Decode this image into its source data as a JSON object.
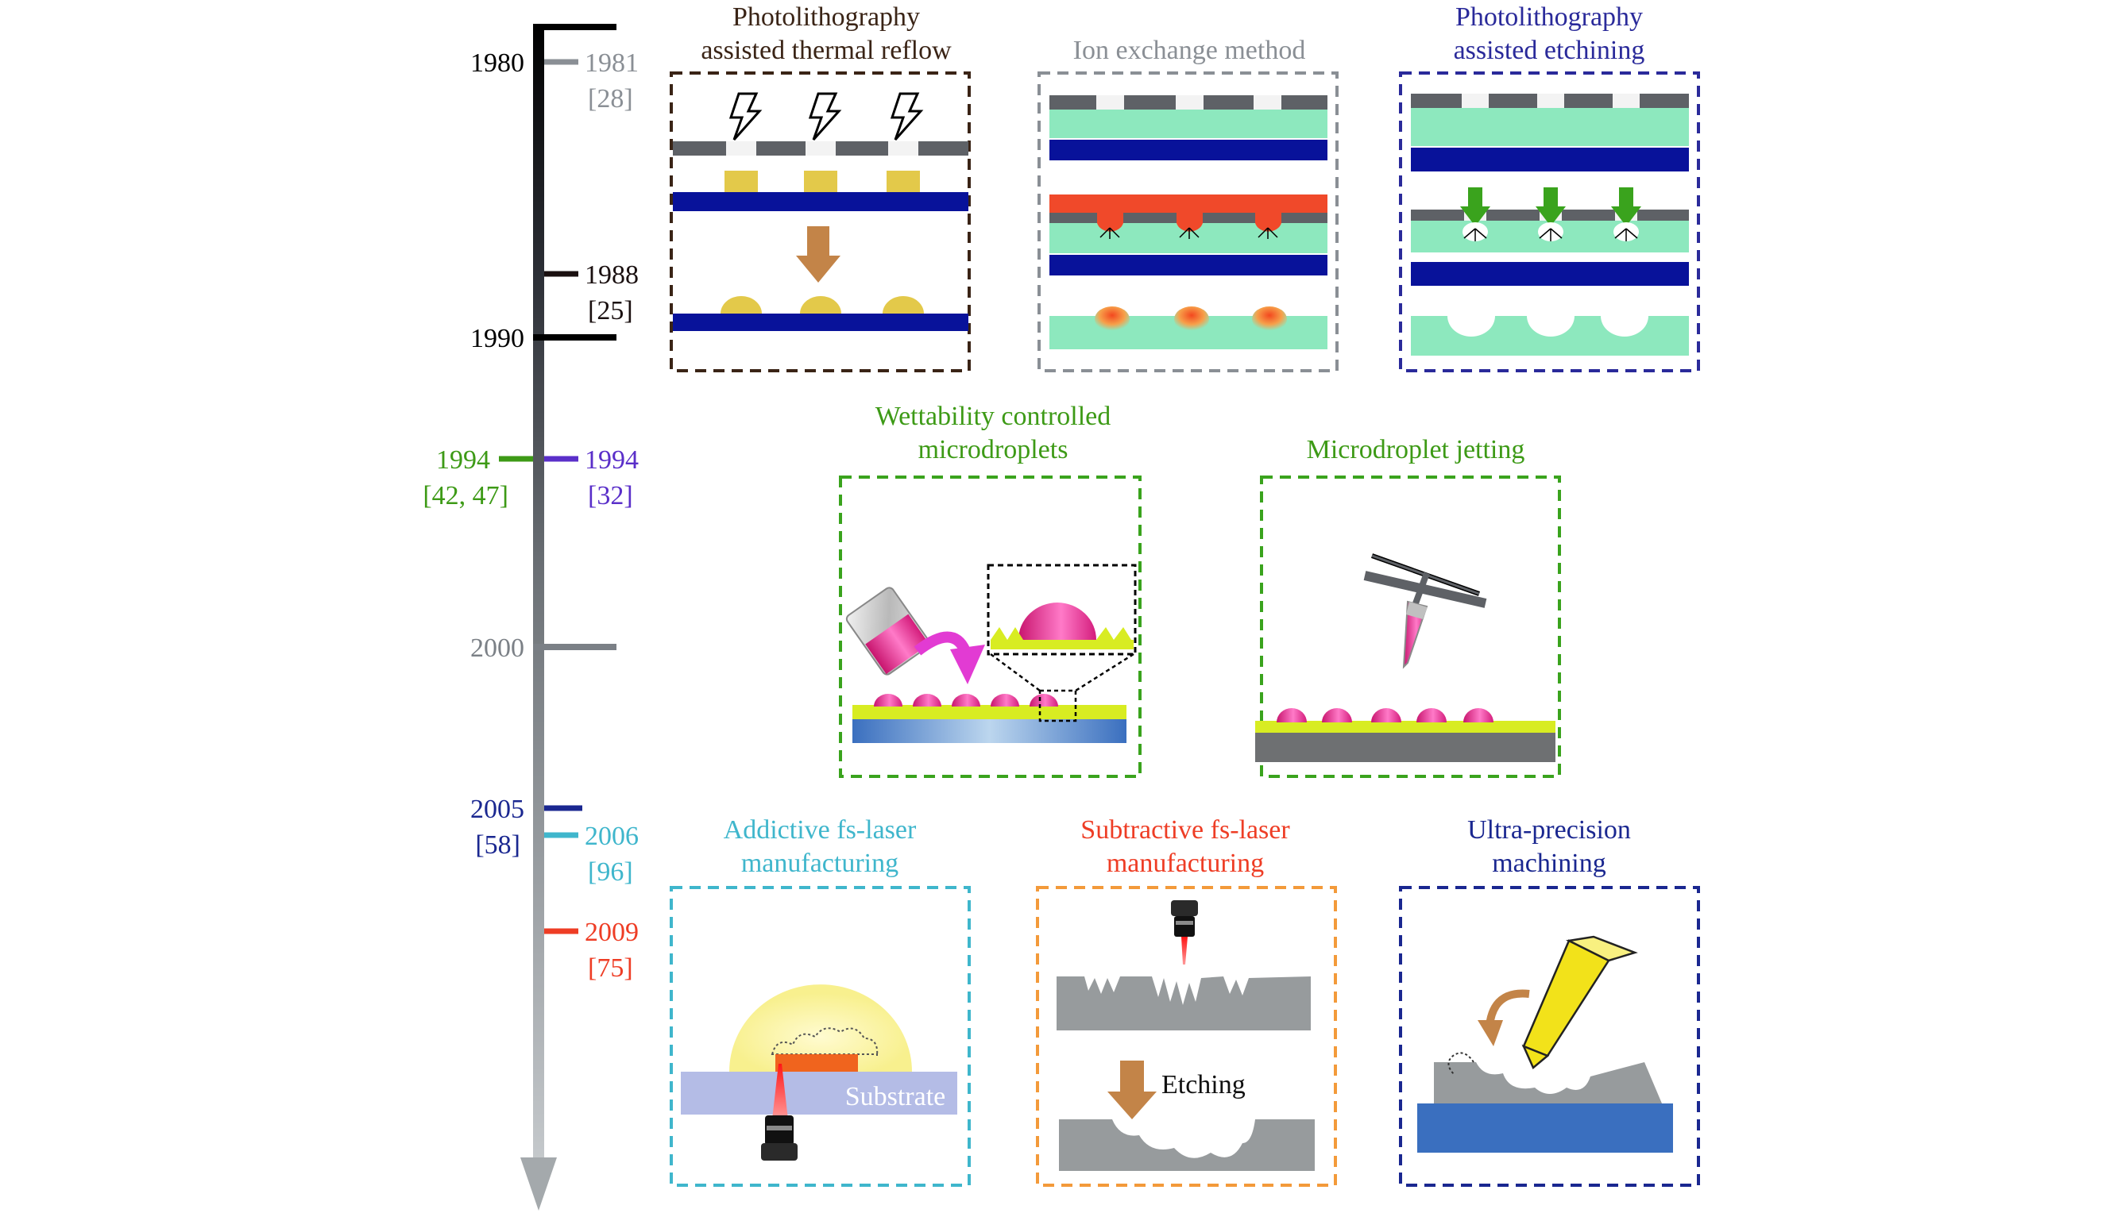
{
  "timeline": {
    "years": {
      "y1980": "1980",
      "y1990": "1990",
      "y2000": "2000"
    },
    "events": [
      {
        "year": "1981",
        "ref": "[28]",
        "color": "#8a8f95"
      },
      {
        "year": "1988",
        "ref": "[25]",
        "color": "#1a1010"
      },
      {
        "year": "1994",
        "ref": "[42, 47]",
        "color": "#3d9a16"
      },
      {
        "year": "1994",
        "ref": "[32]",
        "color": "#5a2fc9"
      },
      {
        "year": "2005",
        "ref": "[58]",
        "color": "#1a2790"
      },
      {
        "year": "2006",
        "ref": "[96]",
        "color": "#3fb6cc"
      },
      {
        "year": "2009",
        "ref": "[75]",
        "color": "#ee3d25"
      }
    ]
  },
  "panels": {
    "thermal_reflow": {
      "line1": "Photolithography",
      "line2": "assisted thermal reflow",
      "color": "#3a2416"
    },
    "ion_exchange": {
      "line1": "Ion exchange method",
      "color": "#8a8f95"
    },
    "etching": {
      "line1": "Photolithography",
      "line2": "assisted etchining",
      "color": "#2a2a9a"
    },
    "wettability": {
      "line1": "Wettability controlled",
      "line2": "microdroplets",
      "color": "#3d9a16"
    },
    "jetting": {
      "line1": "Microdroplet jetting",
      "color": "#3d9a16"
    },
    "additive": {
      "line1": "Addictive fs-laser",
      "line2": "manufacturing",
      "color": "#3fb6cc",
      "substrate": "Substrate"
    },
    "subtractive": {
      "line1": "Subtractive fs-laser",
      "line2": "manufacturing",
      "color": "#ee3d25",
      "etching_label": "Etching"
    },
    "ultra": {
      "line1": "Ultra-precision",
      "line2": "machining",
      "color": "#1a2790"
    }
  },
  "colors": {
    "glass": "#8de8be",
    "navy": "#08129a",
    "mask": "#5e6166",
    "gold": "#e3c94a",
    "dropMagenta": "#e0268c",
    "orangeRed": "#f0492a",
    "green": "#3aa31d",
    "brownArrow": "#c38448",
    "yellowGreen": "#d8ec22",
    "steel": "#9b9d9f",
    "blueSub": "#3a6fbf"
  }
}
